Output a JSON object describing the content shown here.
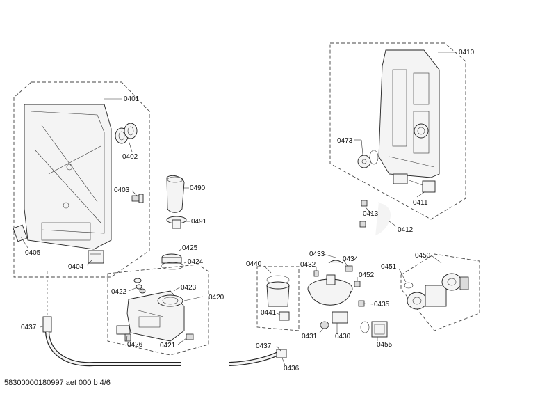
{
  "footer": {
    "document_code": "58300000180997 aet 000 b 4/6"
  },
  "callouts": {
    "c0401": "0401",
    "c0402": "0402",
    "c0403": "0403",
    "c0404": "0404",
    "c0405": "0405",
    "c0410": "0410",
    "c0411": "0411",
    "c0412": "0412",
    "c0413": "0413",
    "c0473": "0473",
    "c0490": "0490",
    "c0491": "0491",
    "c0420": "0420",
    "c0421": "0421",
    "c0422": "0422",
    "c0423": "0423",
    "c0424": "0424",
    "c0425": "0425",
    "c0426": "0426",
    "c0430": "0430",
    "c0431": "0431",
    "c0432": "0432",
    "c0433": "0433",
    "c0434": "0434",
    "c0435": "0435",
    "c0436": "0436",
    "c0437a": "0437",
    "c0437b": "0437",
    "c0440": "0440",
    "c0441": "0441",
    "c0450": "0450",
    "c0451": "0451",
    "c0452": "0452",
    "c0455": "0455"
  }
}
